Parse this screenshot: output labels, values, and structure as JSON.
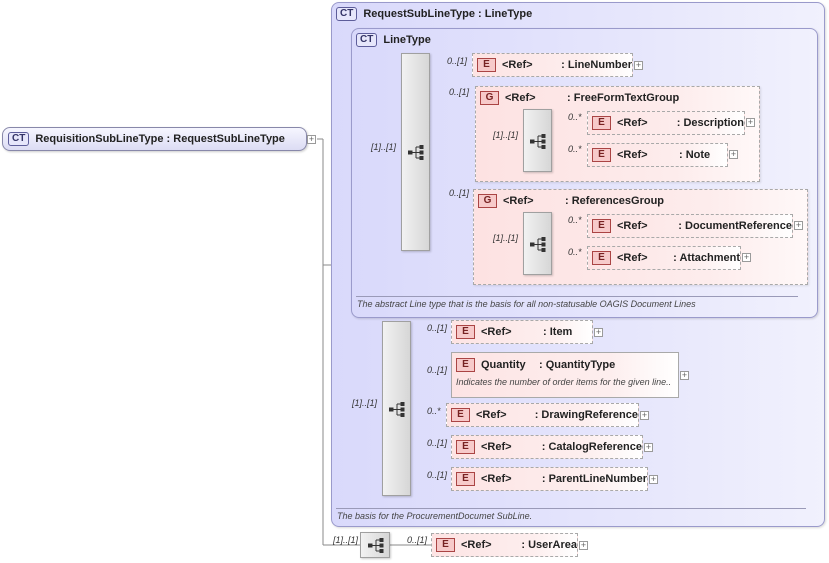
{
  "badges": {
    "complex_type": "CT",
    "element": "E",
    "group": "G"
  },
  "root": {
    "label": "RequisitionSubLineType : RequestSubLineType"
  },
  "outer_type": {
    "title": "RequestSubLineType : LineType",
    "note": "The basis for the ProcurementDocumet SubLine."
  },
  "line_type": {
    "title": "LineType",
    "note": "The abstract Line type that is the basis for all non-statusable OAGIS Document Lines"
  },
  "line_type_items": {
    "line_number": {
      "mult": "0..[1]",
      "ref": "<Ref>",
      "name": ": LineNumber"
    },
    "free_form_group": {
      "mult": "0..[1]",
      "ref": "<Ref>",
      "name": ": FreeFormTextGroup",
      "seq_mult": "[1]..[1]",
      "description": {
        "mult": "0..*",
        "ref": "<Ref>",
        "name": ": Description"
      },
      "note": {
        "mult": "0..*",
        "ref": "<Ref>",
        "name": ": Note"
      }
    },
    "references_group": {
      "mult": "0..[1]",
      "ref": "<Ref>",
      "name": ": ReferencesGroup",
      "seq_mult": "[1]..[1]",
      "document_reference": {
        "mult": "0..*",
        "ref": "<Ref>",
        "name": ": DocumentReference"
      },
      "attachment": {
        "mult": "0..*",
        "ref": "<Ref>",
        "name": ": Attachment"
      }
    }
  },
  "line_type_seq_mult": "[1]..[1]",
  "outer_seq_mult": "[1]..[1]",
  "outer_items": {
    "item": {
      "mult": "0..[1]",
      "ref": "<Ref>",
      "name": ": Item"
    },
    "quantity": {
      "mult": "0..[1]",
      "ref": "Quantity",
      "name": ": QuantityType",
      "note": "Indicates the number of order items for the given line.."
    },
    "drawing_reference": {
      "mult": "0..*",
      "ref": "<Ref>",
      "name": ": DrawingReference"
    },
    "catalog_reference": {
      "mult": "0..[1]",
      "ref": "<Ref>",
      "name": ": CatalogReference"
    },
    "parent_line_number": {
      "mult": "0..[1]",
      "ref": "<Ref>",
      "name": ": ParentLineNumber"
    }
  },
  "bottom_seq_mult": "[1]..[1]",
  "user_area": {
    "mult": "0..[1]",
    "ref": "<Ref>",
    "name": ": UserArea"
  }
}
